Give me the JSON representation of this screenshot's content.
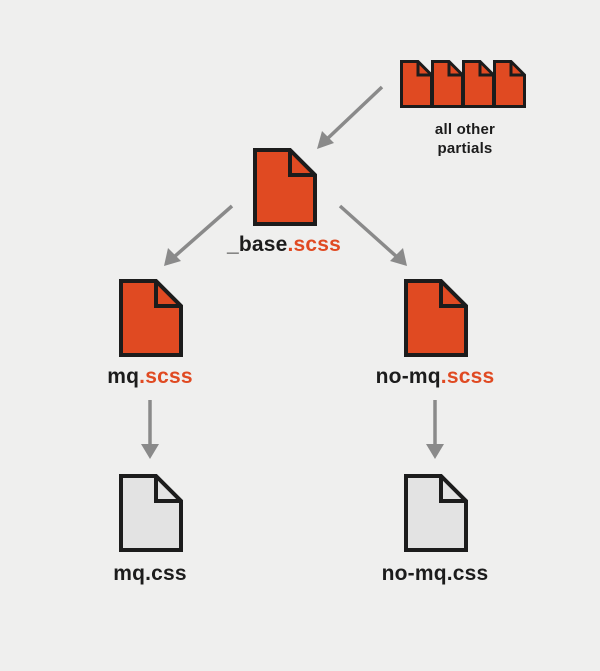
{
  "colors": {
    "background": "#efefee",
    "scss_fill": "#e04a22",
    "css_fill": "#e3e3e3",
    "outline": "#1c1c1c",
    "arrow": "#8a8a8a",
    "extension_text": "#e04a22"
  },
  "partials": {
    "icon": "stacked-files-icon",
    "label_line1": "all other",
    "label_line2": "partials"
  },
  "base_file": {
    "icon": "scss-file-icon",
    "name": "_base",
    "ext": ".scss"
  },
  "mq_file": {
    "icon": "scss-file-icon",
    "name": "mq",
    "ext": ".scss"
  },
  "nomq_file": {
    "icon": "scss-file-icon",
    "name": "no-mq",
    "ext": ".scss"
  },
  "mq_css": {
    "icon": "css-file-icon",
    "name": "mq.css"
  },
  "nomq_css": {
    "icon": "css-file-icon",
    "name": "no-mq.css"
  }
}
